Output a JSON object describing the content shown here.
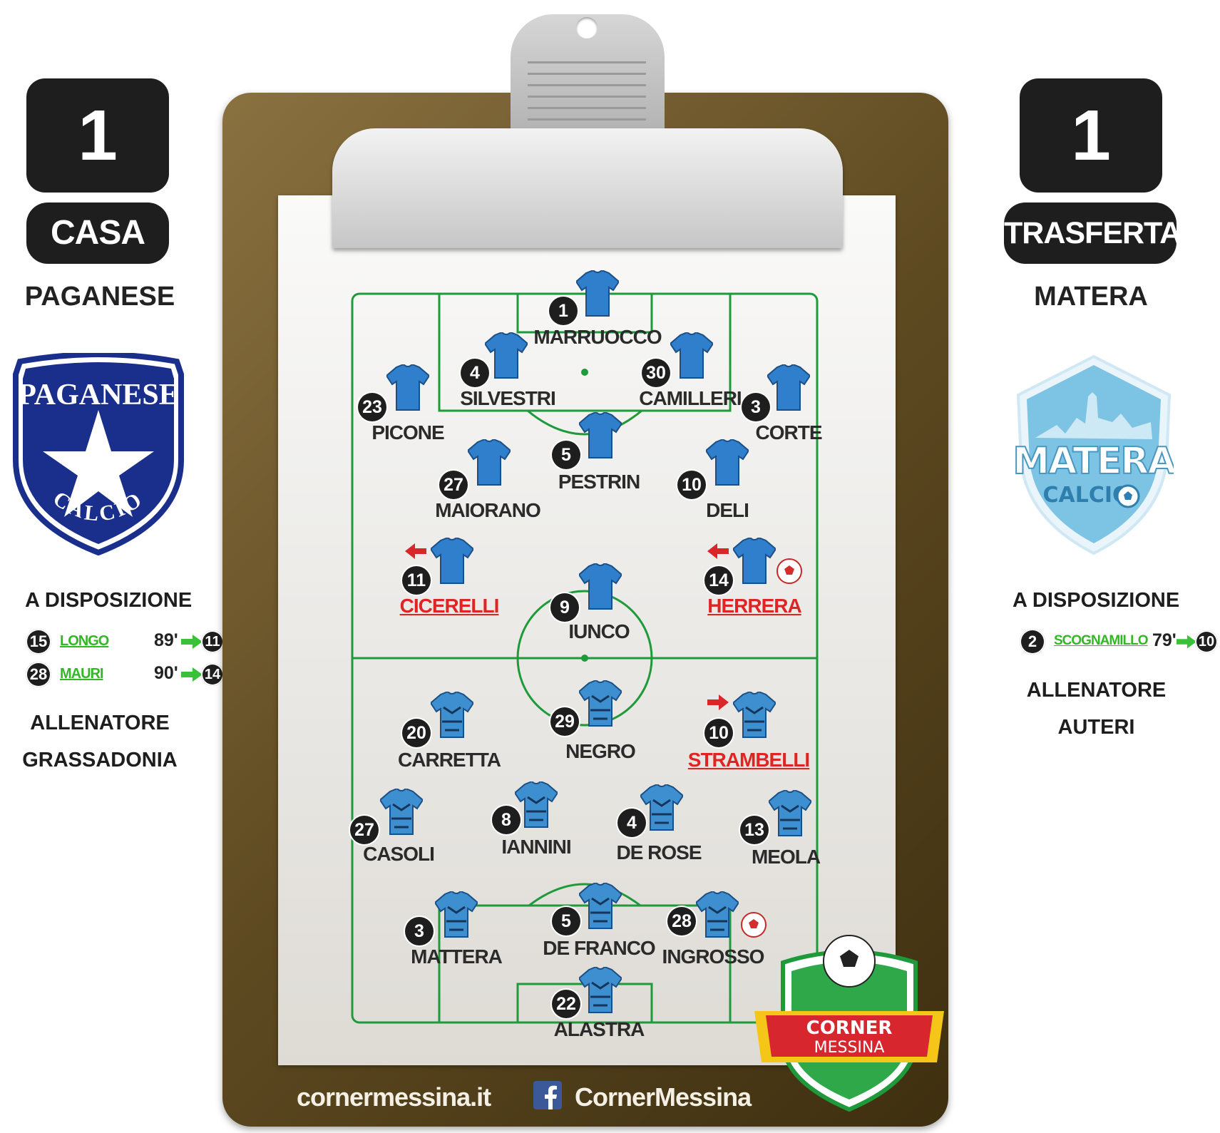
{
  "home": {
    "score": "1",
    "side_label": "CASA",
    "team": "PAGANESE",
    "logo_text_top": "PAGANESE",
    "logo_text_bottom": "CALCIO",
    "bench_title": "A DISPOSIZIONE",
    "subs": [
      {
        "number": "15",
        "name": "LONGO",
        "minute": "89'",
        "replaced": "11"
      },
      {
        "number": "28",
        "name": "MAURI",
        "minute": "90'",
        "replaced": "14"
      }
    ],
    "coach_title": "ALLENATORE",
    "coach": "GRASSADONIA",
    "color": "#1a2f8c"
  },
  "away": {
    "score": "1",
    "side_label": "TRASFERTA",
    "team": "MATERA",
    "logo_text_top": "MATERA",
    "logo_text_bottom": "CALCIO",
    "bench_title": "A DISPOSIZIONE",
    "subs": [
      {
        "number": "2",
        "name": "SCOGNAMILLO",
        "minute": "79'",
        "replaced": "10"
      }
    ],
    "coach_title": "ALLENATORE",
    "coach": "AUTERI",
    "color": "#7cc3e4"
  },
  "players": {
    "top": [
      {
        "number": "1",
        "name": "MARRUOCCO"
      },
      {
        "number": "4",
        "name": "SILVESTRI"
      },
      {
        "number": "30",
        "name": "CAMILLERI"
      },
      {
        "number": "23",
        "name": "PICONE"
      },
      {
        "number": "3",
        "name": "CORTE"
      },
      {
        "number": "5",
        "name": "PESTRIN"
      },
      {
        "number": "27",
        "name": "MAIORANO"
      },
      {
        "number": "10",
        "name": "DELI"
      },
      {
        "number": "11",
        "name": "CICERELLI",
        "subbed_out": true
      },
      {
        "number": "14",
        "name": "HERRERA",
        "subbed_out": true,
        "goal": true
      },
      {
        "number": "9",
        "name": "IUNCO"
      }
    ],
    "bottom": [
      {
        "number": "20",
        "name": "CARRETTA"
      },
      {
        "number": "29",
        "name": "NEGRO"
      },
      {
        "number": "10",
        "name": "STRAMBELLI",
        "subbed_out": true
      },
      {
        "number": "27",
        "name": "CASOLI"
      },
      {
        "number": "8",
        "name": "IANNINI"
      },
      {
        "number": "4",
        "name": "DE ROSE"
      },
      {
        "number": "13",
        "name": "MEOLA"
      },
      {
        "number": "3",
        "name": "MATTERA"
      },
      {
        "number": "5",
        "name": "DE FRANCO"
      },
      {
        "number": "28",
        "name": "INGROSSO",
        "goal": true
      },
      {
        "number": "22",
        "name": "ALASTRA"
      }
    ]
  },
  "footer": {
    "website": "cornermessina.it",
    "facebook": "CornerMessina"
  },
  "brand": {
    "line1": "CORNER",
    "line2": "MESSINA"
  },
  "icons": {
    "sub_arrow": "arrow-right-icon",
    "goal": "soccer-ball-icon",
    "facebook": "facebook-icon"
  },
  "colors": {
    "pitch_lines": "#1f9a3a",
    "substitute_name": "#32b824",
    "subbed_out_name": "#e02424",
    "board": "#5e4a21"
  }
}
